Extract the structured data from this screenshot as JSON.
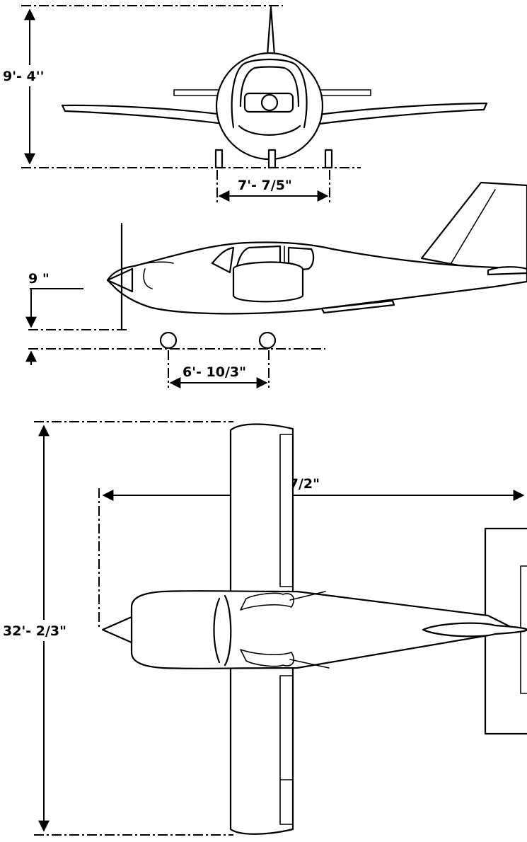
{
  "dimensions": {
    "height": "9'- 4''",
    "main_gear_track": "7'- 7/5\"",
    "ground_clearance": "9 \"",
    "wheelbase": "6'- 10/3\"",
    "length": "25'- 7/2\"",
    "wingspan": "32'- 2/3\""
  },
  "colors": {
    "line": "#000000",
    "background": "#ffffff"
  }
}
